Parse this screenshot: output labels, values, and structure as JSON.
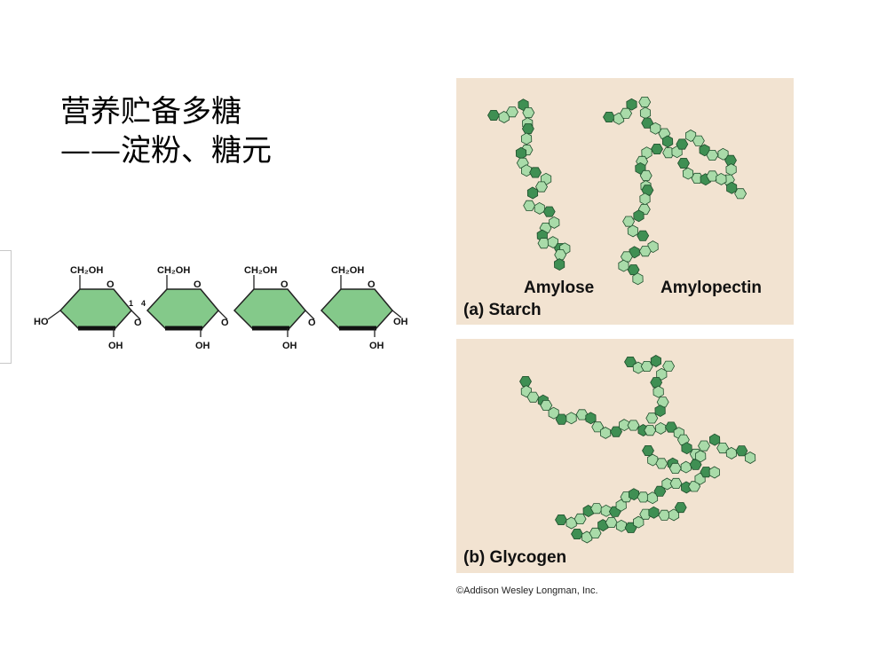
{
  "title": {
    "line1": "营养贮备多糖",
    "line2": "——淀粉、糖元"
  },
  "chain": {
    "ch2oh": "CH₂OH",
    "ring_o": "O",
    "ho": "HO",
    "oh": "OH",
    "link_o": "O",
    "pos1": "1",
    "pos4": "4"
  },
  "starch": {
    "amylose": "Amylose",
    "amylopectin": "Amylopectin",
    "caption": "(a) Starch"
  },
  "glycogen": {
    "caption": "(b) Glycogen"
  },
  "credit": "©Addison Wesley Longman, Inc.",
  "colors": {
    "ring_fill": "#84c98a",
    "bead_light": "#a9dba9",
    "bead_dark": "#3f8f53",
    "panel_bg": "#f2e3d1"
  }
}
